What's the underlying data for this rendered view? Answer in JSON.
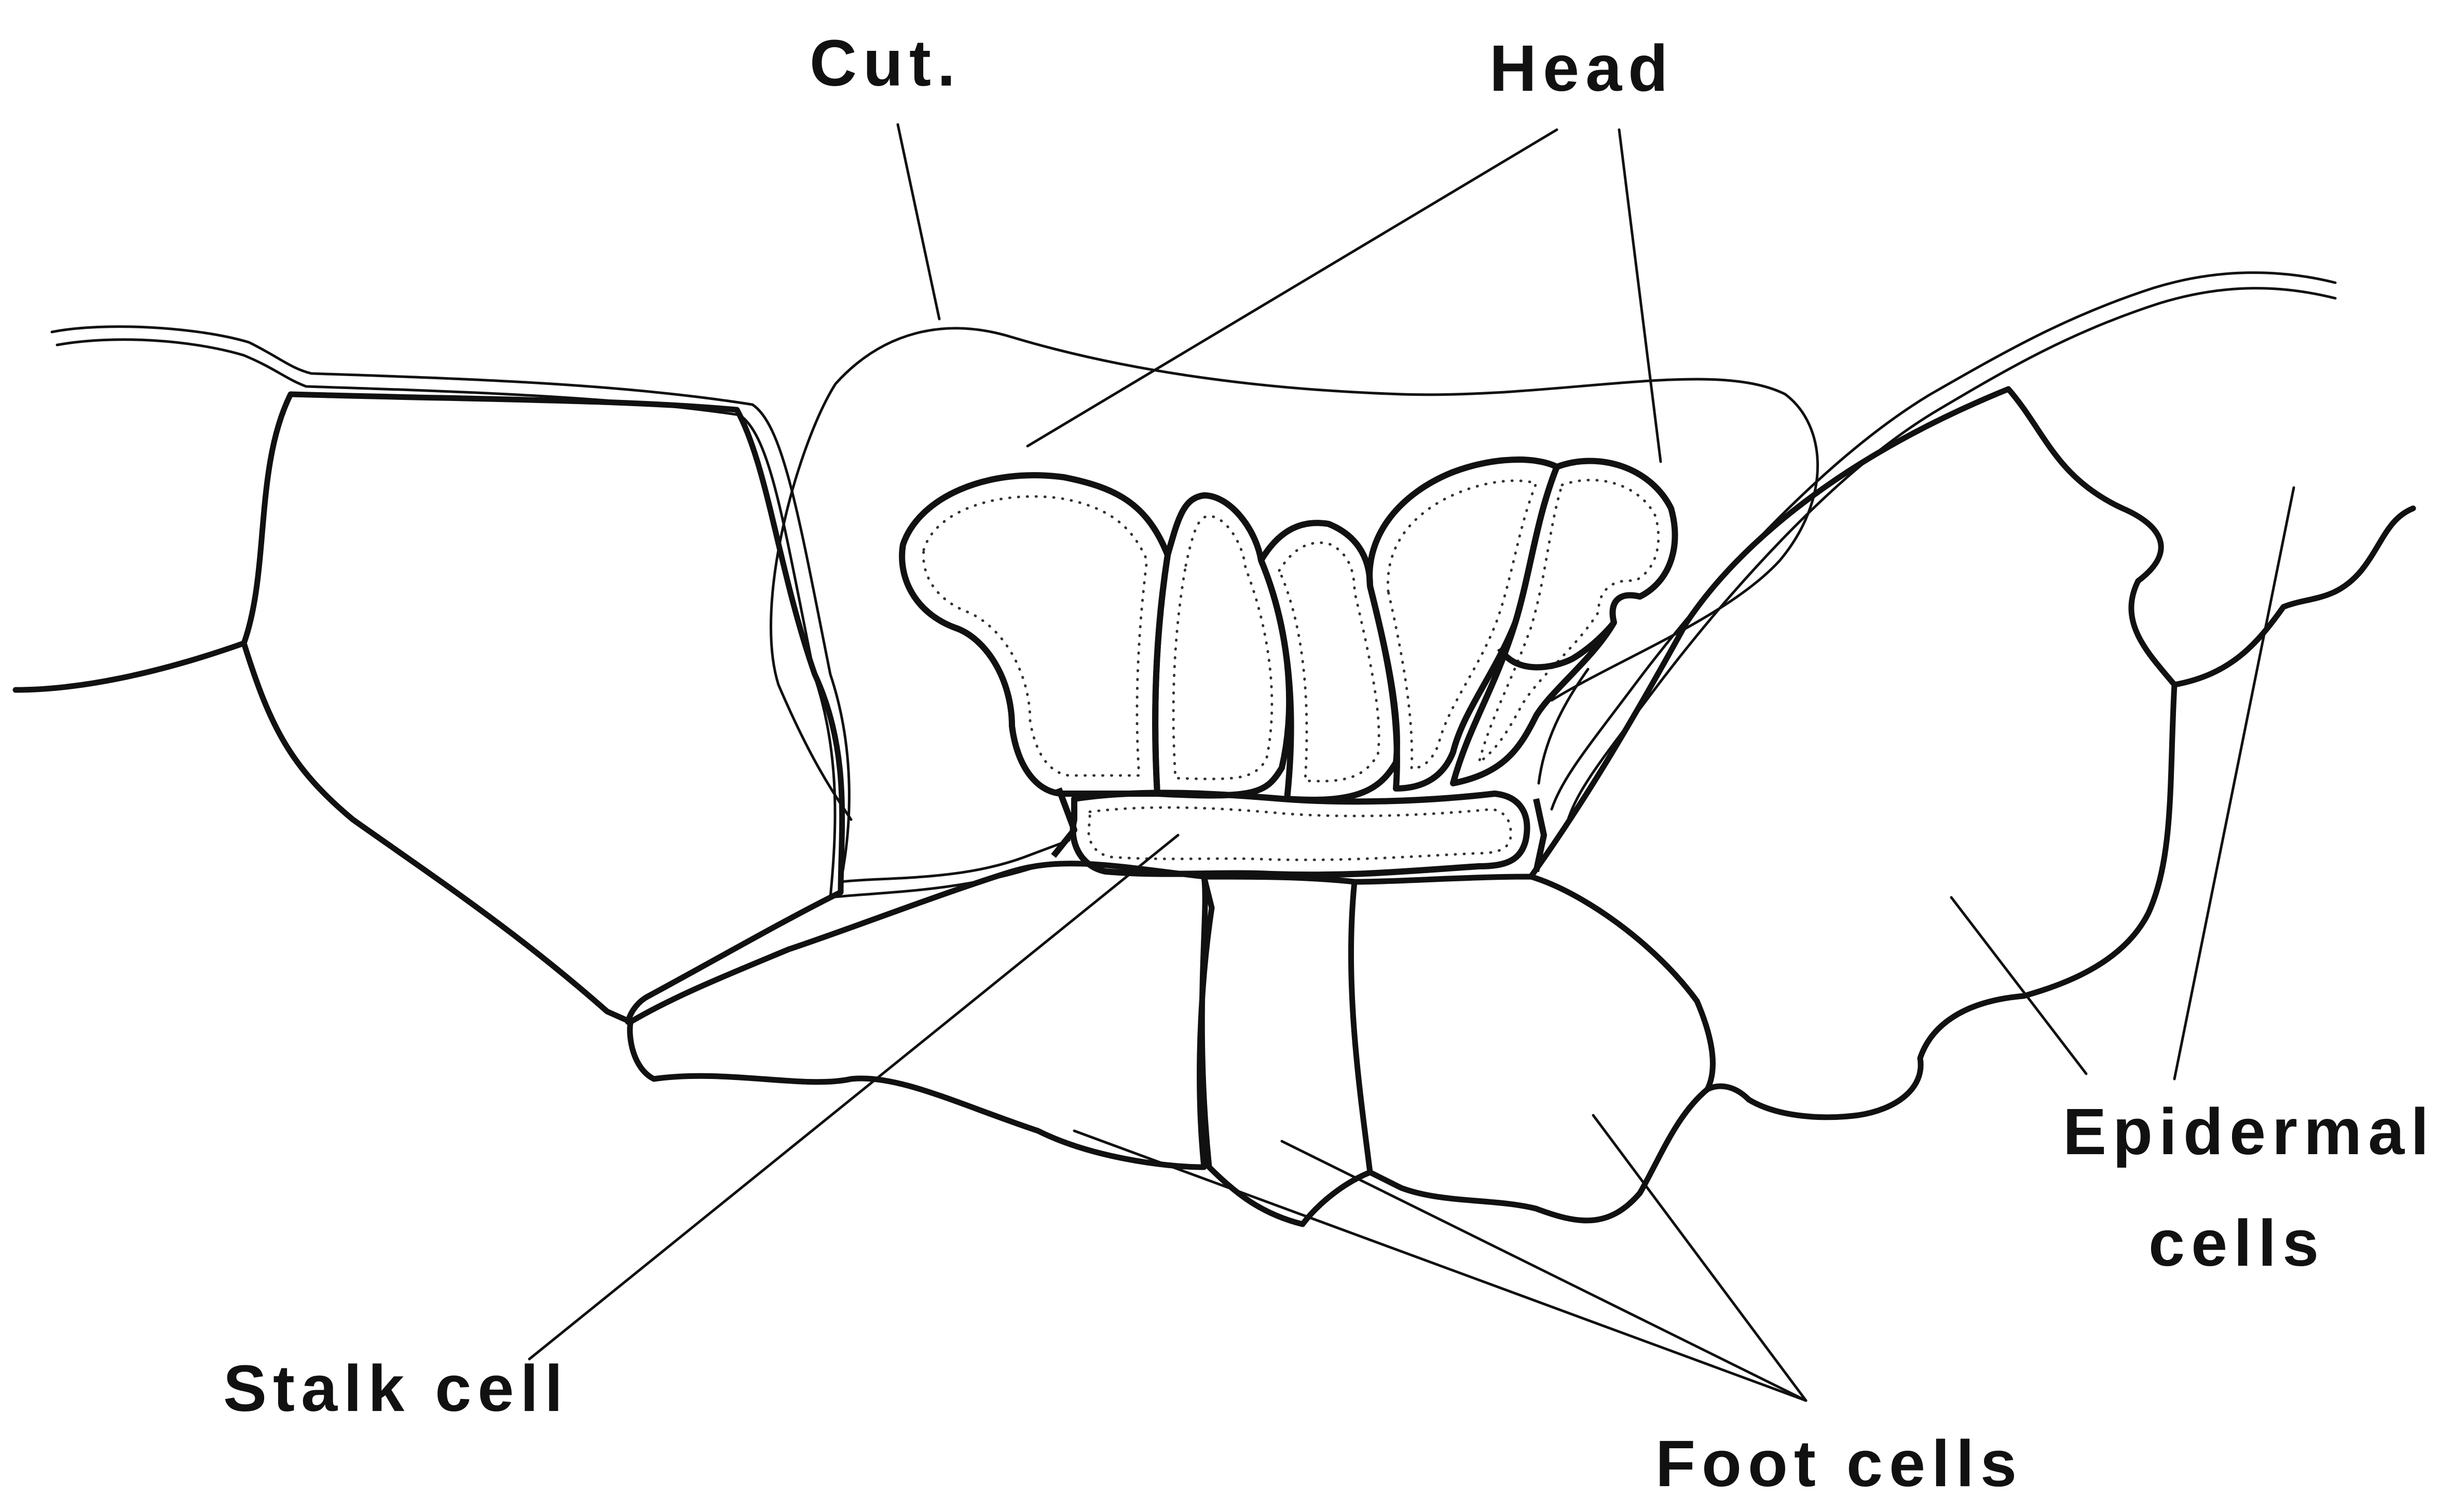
{
  "labels": {
    "cuticle": "Cut.",
    "head": "Head",
    "epidermal_line1": "Epidermal",
    "epidermal_line2": "cells",
    "stalk": "Stalk cell",
    "foot": "Foot  cells"
  },
  "colors": {
    "ink": "#111111",
    "background": "#ffffff"
  }
}
